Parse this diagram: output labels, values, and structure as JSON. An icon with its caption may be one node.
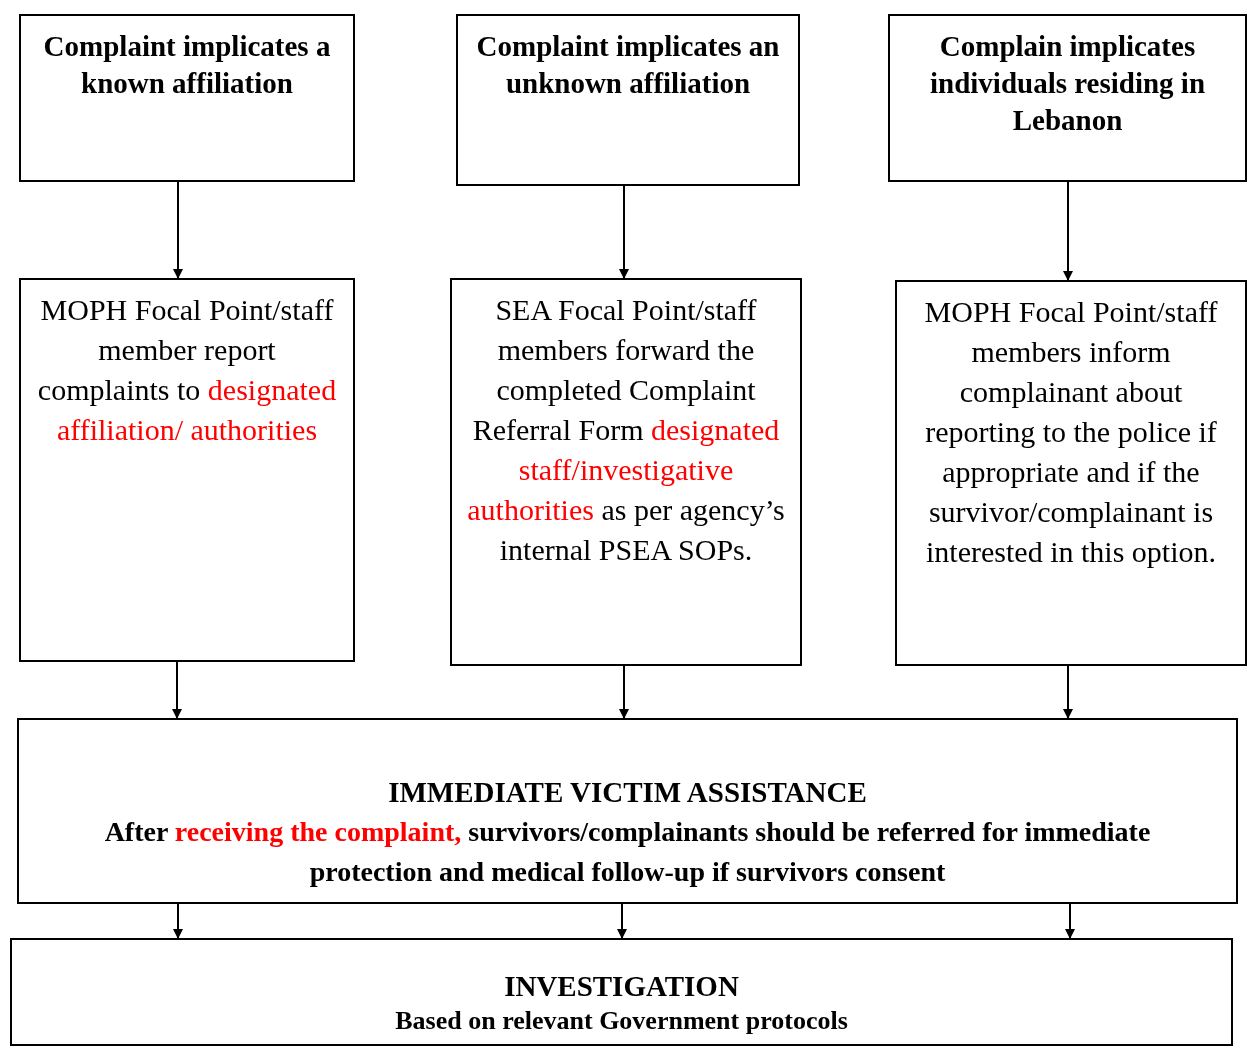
{
  "diagram": {
    "nodes": [
      {
        "text": [
          "Complaint implicates a known affiliation"
        ]
      },
      {
        "text": [
          "Complaint implicates an unknown affiliation"
        ]
      },
      {
        "text": [
          "Complain implicates individuals residing in Lebanon"
        ]
      },
      {
        "text": [
          "MOPH  Focal Point/staff member report complaints to",
          "designated affiliation/ authorities"
        ]
      },
      {
        "text": [
          "SEA Focal Point/staff members forward the completed Complaint Referral Form",
          "designated staff/investigative authorities",
          "as per agency’s internal PSEA SOPs."
        ]
      },
      {
        "text": [
          "MOPH Focal Point/staff members inform complainant about reporting to the police if appropriate and if the survivor/complainant is interested in this option."
        ]
      },
      {
        "text": [
          "IMMEDIATE VICTIM ASSISTANCE",
          "After",
          "receiving the complaint,",
          "survivors/complainants should be referred for immediate protection and medical follow-up if survivors consent"
        ]
      },
      {
        "text": [
          "INVESTIGATION",
          "Based on relevant Government  protocols"
        ]
      }
    ],
    "edges": [
      {
        "from": 0,
        "to": 3,
        "arrow": "to"
      },
      {
        "from": 1,
        "to": 4,
        "arrow": "to"
      },
      {
        "from": 2,
        "to": 5,
        "arrow": "to"
      },
      {
        "from": 3,
        "to": 6,
        "arrow": "to"
      },
      {
        "from": 4,
        "to": 6,
        "arrow": "to"
      },
      {
        "from": 5,
        "to": 6,
        "arrow": "to"
      },
      {
        "from": 6,
        "to": 7,
        "arrow": "to"
      },
      {
        "from": 6,
        "to": 7,
        "arrow": "to"
      },
      {
        "from": 6,
        "to": 7,
        "arrow": "to"
      }
    ]
  }
}
